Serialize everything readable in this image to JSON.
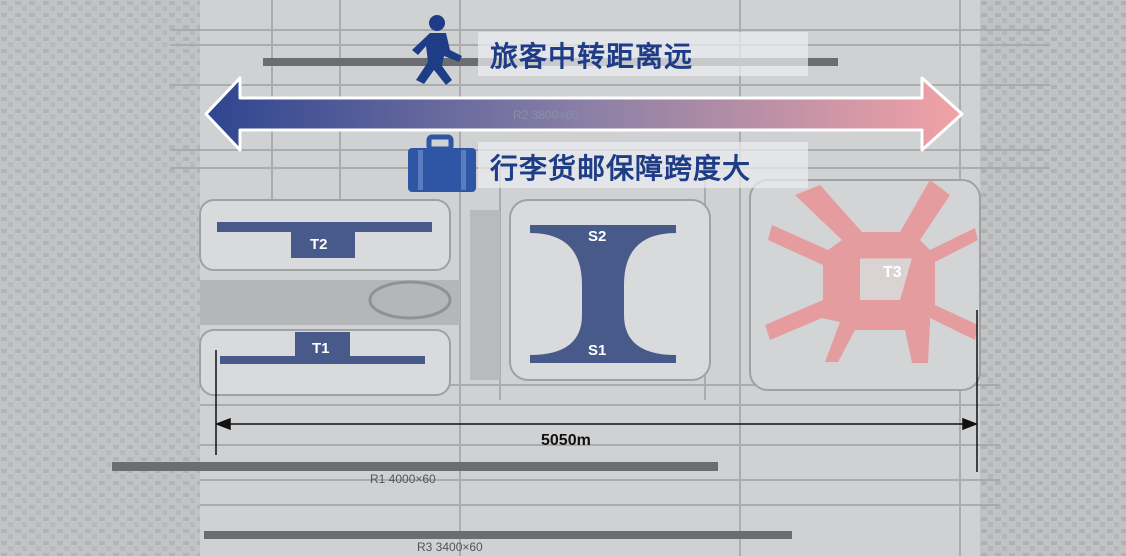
{
  "headlines": {
    "transfer": "旅客中转距离远",
    "baggage": "行李货邮保障跨度大"
  },
  "icons": {
    "walker": "walking-person-icon",
    "suitcase": "suitcase-icon"
  },
  "runways": {
    "r1": "R1 4000×60",
    "r2": "R2 3800×60",
    "r3": "R3 3400×60"
  },
  "terminals": {
    "t1": "T1",
    "t2": "T2",
    "t3": "T3",
    "s1": "S1",
    "s2": "S2"
  },
  "distance": "5050m",
  "colors": {
    "navy": "#3f4f86",
    "headline": "#1f3d86",
    "t3": "#e59c9f",
    "arrow_left": "#34488f",
    "arrow_right": "#f0a0a4"
  }
}
